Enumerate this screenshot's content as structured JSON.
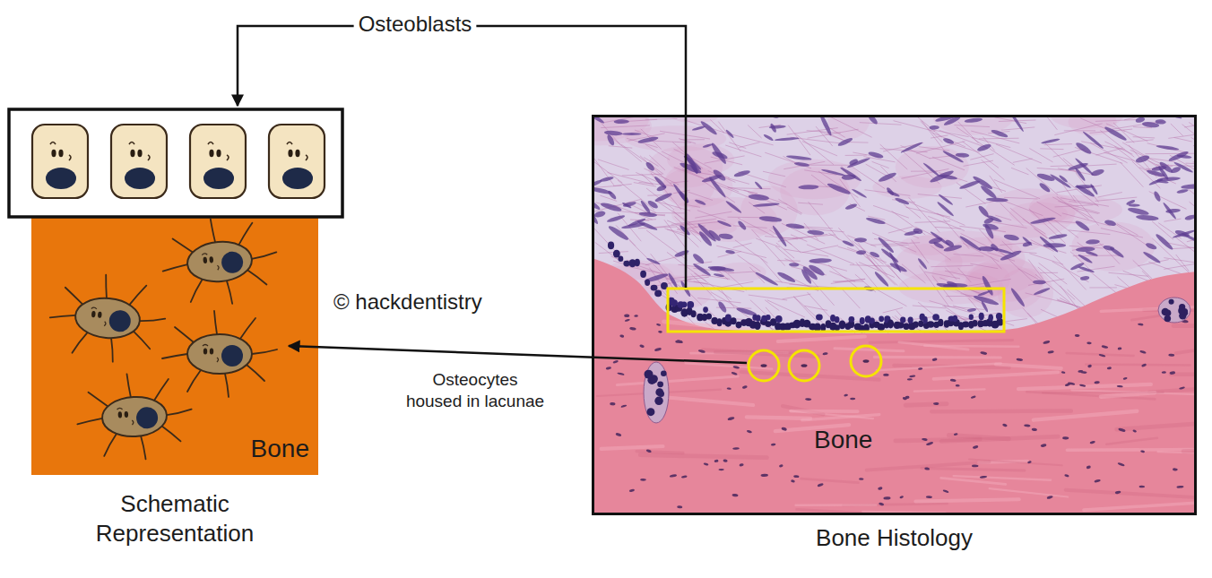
{
  "diagram": {
    "nodes": [
      {
        "text": [
          "Bone",
          "Schematic Representation"
        ]
      },
      {
        "text": [
          "Bone",
          "Bone Histology"
        ]
      }
    ],
    "labels": [
      "Osteoblasts",
      "© hackdentistry",
      "Osteocytes housed in lacunae"
    ]
  }
}
